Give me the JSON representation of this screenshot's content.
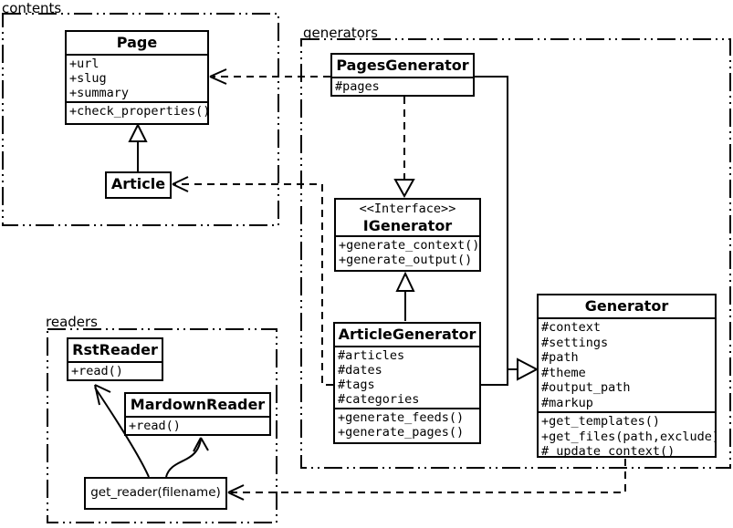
{
  "packages": {
    "contents": {
      "label": "contents"
    },
    "generators": {
      "label": "generators"
    },
    "readers": {
      "label": "readers"
    }
  },
  "classes": {
    "page": {
      "title": "Page",
      "attrs": [
        "+url",
        "+slug",
        "+summary"
      ],
      "methods": [
        "+check_properties()"
      ]
    },
    "article": {
      "title": "Article"
    },
    "pages_generator": {
      "title": "PagesGenerator",
      "attrs": [
        "#pages"
      ]
    },
    "igenerator": {
      "stereotype": "<<Interface>>",
      "title": "IGenerator",
      "methods": [
        "+generate_context()",
        "+generate_output()"
      ]
    },
    "article_generator": {
      "title": "ArticleGenerator",
      "attrs": [
        "#articles",
        "#dates",
        "#tags",
        "#categories"
      ],
      "methods": [
        "+generate_feeds()",
        "+generate_pages()"
      ]
    },
    "generator": {
      "title": "Generator",
      "attrs": [
        "#context",
        "#settings",
        "#path",
        "#theme",
        "#output_path",
        "#markup"
      ],
      "methods": [
        "+get_templates()",
        "+get_files(path,exclude)",
        "#_update_context()"
      ]
    },
    "rst_reader": {
      "title": "RstReader",
      "methods": [
        "+read()"
      ]
    },
    "mardown_reader": {
      "title": "MardownReader",
      "methods": [
        "+read()"
      ]
    },
    "get_reader": {
      "label": "get_reader(filename)"
    }
  },
  "colors": {
    "line": "#000000",
    "background": "#ffffff"
  }
}
